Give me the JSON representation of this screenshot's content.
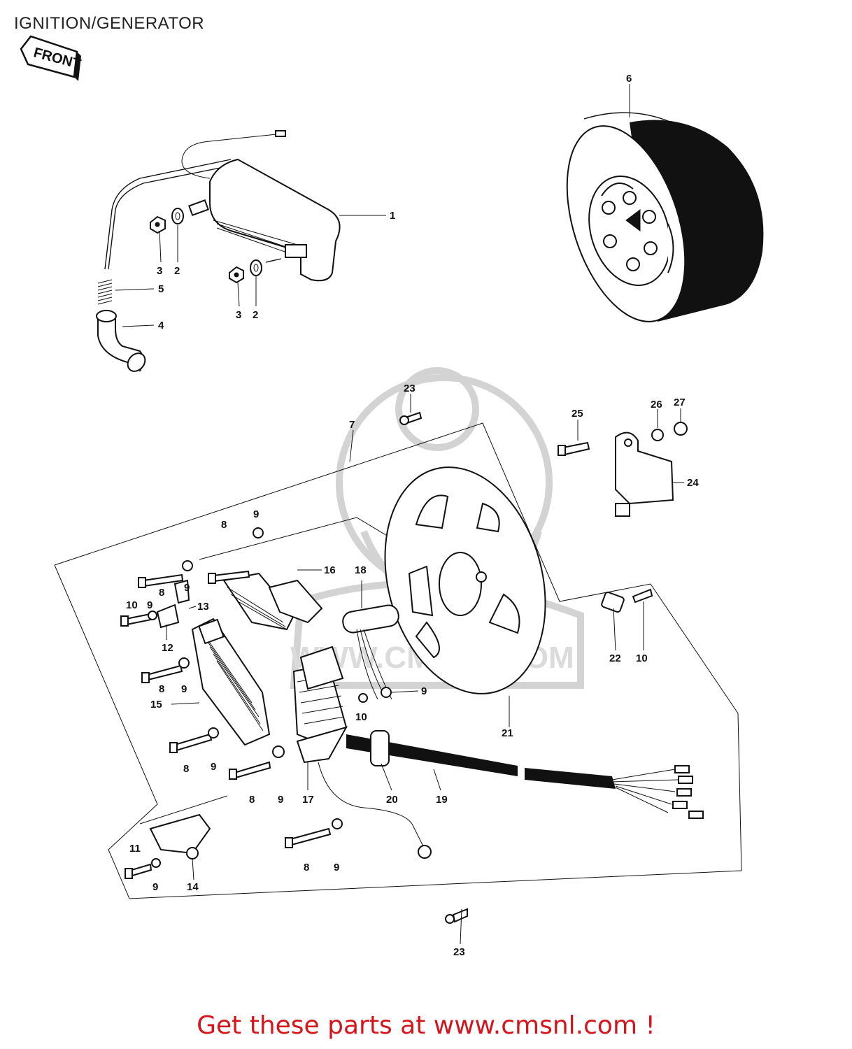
{
  "title": "IGNITION/GENERATOR",
  "front_label": "FRONT",
  "watermark_text": "WWW.CMSNL.COM",
  "footer": "Get these parts at www.cmsnl.com !",
  "colors": {
    "footer": "#d4161c",
    "ink": "#111111",
    "watermark": "#cfcfcf"
  },
  "callouts": {
    "c1": "1",
    "c2a": "2",
    "c2b": "2",
    "c3a": "3",
    "c3b": "3",
    "c4": "4",
    "c5": "5",
    "c6": "6",
    "c7": "7",
    "c8a": "8",
    "c8b": "8",
    "c8c": "8",
    "c8d": "8",
    "c8e": "8",
    "c8f": "8",
    "c9a": "9",
    "c9b": "9",
    "c9c": "9",
    "c9d": "9",
    "c9e": "9",
    "c9f": "9",
    "c9g": "9",
    "c9h": "9",
    "c9i": "9",
    "c10a": "10",
    "c10b": "10",
    "c10c": "10",
    "c11": "11",
    "c12": "12",
    "c13": "13",
    "c14": "14",
    "c15": "15",
    "c16": "16",
    "c17": "17",
    "c18": "18",
    "c19": "19",
    "c20": "20",
    "c21": "21",
    "c22": "22",
    "c23a": "23",
    "c23b": "23",
    "c24": "24",
    "c25": "25",
    "c26": "26",
    "c27": "27"
  }
}
